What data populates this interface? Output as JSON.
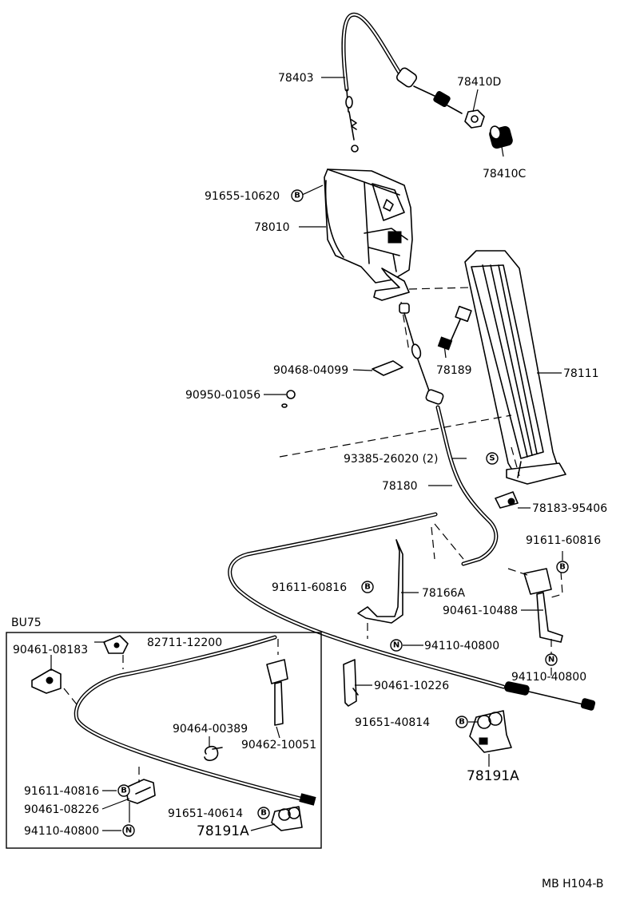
{
  "diagram": {
    "inset_title": "BU75",
    "code": "MB H104-B",
    "labels": {
      "p78403": "78403",
      "p78410D": "78410D",
      "p78410C": "78410C",
      "p91655_10620": "91655-10620",
      "p78010": "78010",
      "p90468_04099": "90468-04099",
      "p78189": "78189",
      "p78111": "78111",
      "p90950_01056": "90950-01056",
      "p93385_26020": "93385-26020 (2)",
      "p78180": "78180",
      "p78183_95406": "78183-95406",
      "p91611_60816_a": "91611-60816",
      "p91611_60816_b": "91611-60816",
      "p78166A": "78166A",
      "p90461_10488": "90461-10488",
      "p94110_40800_a": "94110-40800",
      "p94110_40800_b": "94110-40800",
      "p90461_10226": "90461-10226",
      "p91651_40814": "91651-40814",
      "p78191A_a": "78191A",
      "p90461_08183": "90461-08183",
      "p82711_12200": "82711-12200",
      "p90464_00389": "90464-00389",
      "p90462_10051": "90462-10051",
      "p91611_40816": "91611-40816",
      "p90461_08226": "90461-08226",
      "p94110_40800_c": "94110-40800",
      "p91651_40614": "91651-40614",
      "p78191A_b": "78191A"
    },
    "symbols": {
      "bolt": "B",
      "nut": "N",
      "screw": "S"
    }
  }
}
